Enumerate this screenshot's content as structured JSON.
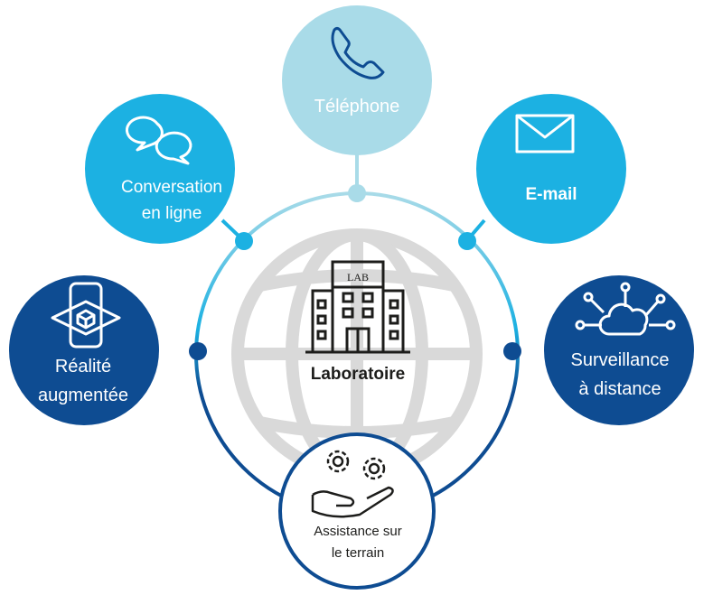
{
  "center": {
    "lab_sign": "LAB",
    "label": "Laboratoire"
  },
  "nodes": {
    "telephone": {
      "label": "Téléphone",
      "icon": "phone-icon",
      "color": "#a9dbe8"
    },
    "conversation": {
      "line1": "Conversation",
      "line2": "en ligne",
      "icon": "chat-bubbles-icon",
      "color": "#1cb1e2"
    },
    "email": {
      "label": "E-mail",
      "icon": "envelope-icon",
      "color": "#1cb1e2"
    },
    "ar": {
      "line1": "Réalité",
      "line2": "augmentée",
      "icon": "ar-headset-icon",
      "color": "#0e4c92"
    },
    "remote": {
      "line1": "Surveillance",
      "line2": "à distance",
      "icon": "cloud-network-icon",
      "color": "#0e4c92"
    },
    "field": {
      "line1": "Assistance sur",
      "line2": "le terrain",
      "icon": "gears-hand-icon",
      "color": "#ffffff"
    }
  },
  "colors": {
    "dark_blue": "#0e4c92",
    "mid_blue": "#1cb1e2",
    "light_blue": "#a9dbe8",
    "globe_gray": "#d9d9d9",
    "text_dark": "#1d1d1b"
  }
}
